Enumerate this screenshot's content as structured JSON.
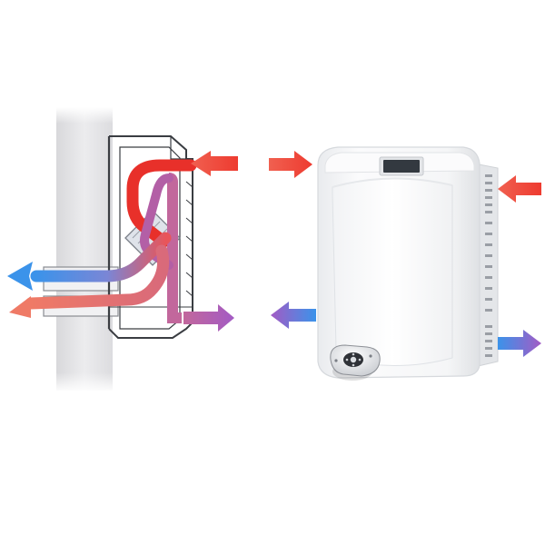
{
  "scene": {
    "left_panel": "airflow-cutaway-diagram",
    "right_panel": "wall-mounted-ventilation-unit-product",
    "accessory": "remote-control"
  },
  "colors": {
    "background": "#ffffff",
    "wall": "#e6e6e8",
    "warm_air": "#e8302a",
    "supply_air": "#c2679c",
    "fresh_air": "#3b93ea",
    "exhaust_air": "#e87866",
    "unit_body": "#f7f8f9",
    "display": "#333940"
  },
  "icons": {
    "intake_arrows": "red-arrow-icon",
    "outflow_arrows": "gradient-arrow-icon",
    "remote": "remote-control-icon"
  }
}
